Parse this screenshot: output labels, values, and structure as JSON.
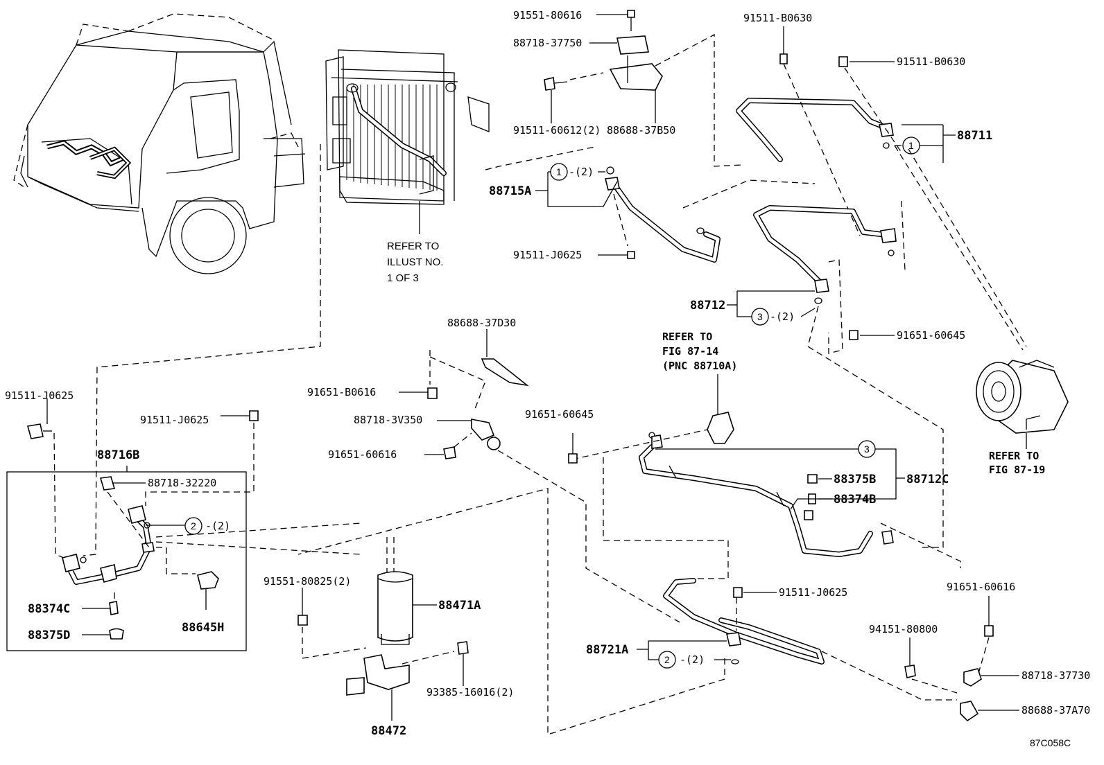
{
  "labels": {
    "p_91551_80616": "91551-80616",
    "p_88718_37750": "88718-37750",
    "p_91511_60612": "91511-60612(2)",
    "p_88688_37B50": "88688-37B50",
    "p_91511_B0630_a": "91511-B0630",
    "p_91511_B0630_b": "91511-B0630",
    "p_88711": "88711",
    "p_88715A": "88715A",
    "p_88715A_qty": "-(2)",
    "p_91511_J0625_a": "91511-J0625",
    "p_88712": "88712",
    "p_88712_qty": "-(2)",
    "p_91651_60645_a": "91651-60645",
    "p_88688_37D30": "88688-37D30",
    "p_91651_B0616": "91651-B0616",
    "p_88718_3V350": "88718-3V350",
    "p_91651_60616_a": "91651-60616",
    "p_91651_60645_b": "91651-60645",
    "p_91511_J0625_b": "91511-J0625",
    "p_91511_J0625_c": "91511-J0625",
    "p_88716B": "88716B",
    "p_88718_32220": "88718-32220",
    "p_88716B_qty": "-(2)",
    "p_88374C": "88374C",
    "p_88375D": "88375D",
    "p_88645H": "88645H",
    "p_91551_80825": "91551-80825(2)",
    "p_88471A": "88471A",
    "p_93385_16016": "93385-16016(2)",
    "p_88472": "88472",
    "p_88375B": "88375B",
    "p_88374B": "88374B",
    "p_88712C": "88712C",
    "p_91511_J0625_d": "91511-J0625",
    "p_88721A": "88721A",
    "p_88721A_qty": "-(2)",
    "p_91651_60616_b": "91651-60616",
    "p_94151_80800": "94151-80800",
    "p_88718_37730": "88718-37730",
    "p_88688_37A70": "88688-37A70"
  },
  "notes": {
    "refer_illust_1": "REFER TO",
    "refer_illust_2": "ILLUST NO.",
    "refer_illust_3": "1 OF 3",
    "refer_87_14_1": "REFER TO",
    "refer_87_14_2": "FIG 87-14",
    "refer_87_14_3": "(PNC 88710A)",
    "refer_87_19_1": "REFER TO",
    "refer_87_19_2": "FIG 87-19"
  },
  "callouts": {
    "c1": "1",
    "c2": "2",
    "c3": "3"
  },
  "figure_code": "87C058C"
}
